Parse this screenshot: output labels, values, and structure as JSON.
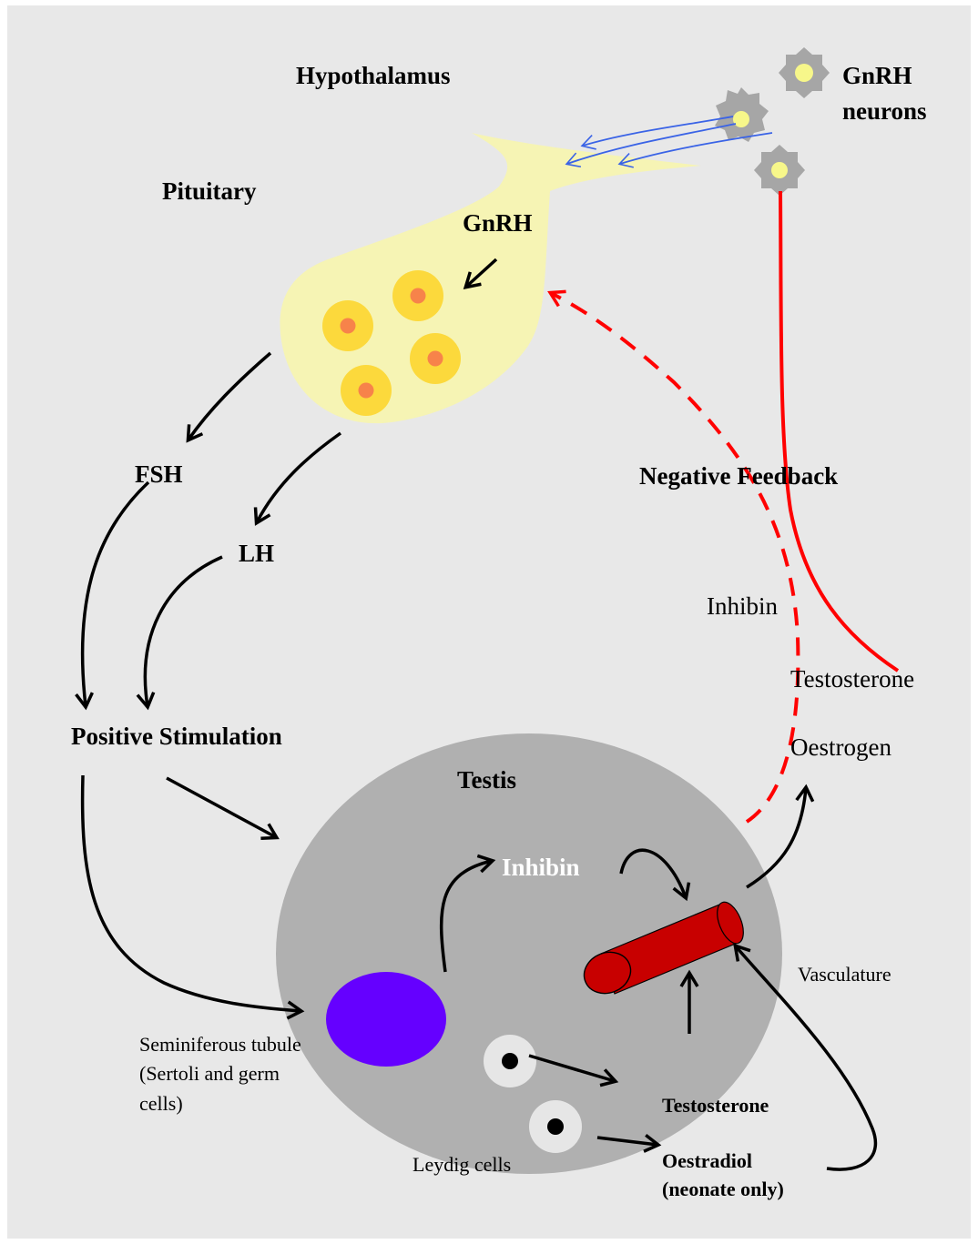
{
  "labels": {
    "hypothalamus": "Hypothalamus",
    "gnrh_neurons_line1": "GnRH",
    "gnrh_neurons_line2": "neurons",
    "pituitary": "Pituitary",
    "gnrh": "GnRH",
    "fsh": "FSH",
    "lh": "LH",
    "negative_feedback": "Negative Feedback",
    "inhibin_feedback": "Inhibin",
    "testosterone_feedback": "Testosterone",
    "oestrogen": "Oestrogen",
    "positive_stimulation": "Positive Stimulation",
    "testis": "Testis",
    "inhibin_testis": "Inhibin",
    "vasculature": "Vasculature",
    "seminiferous_line1": "Seminiferous tubule",
    "seminiferous_line2": "(Sertoli and germ",
    "seminiferous_line3": "cells)",
    "testosterone_testis": "Testosterone",
    "leydig_cells": "Leydig cells",
    "oestradiol_line1": "Oestradiol",
    "oestradiol_line2": "(neonate only)"
  },
  "colors": {
    "background": "#e8e8e8",
    "pituitary_fill": "#f6f4b4",
    "gonadotroph_outer": "#fcd93c",
    "gonadotroph_nucleus": "#f7834a",
    "neuron_body": "#a6a6a6",
    "neuron_nucleus": "#f7f78a",
    "testis_fill": "#b0b0b0",
    "tubule_fill": "#6500ff",
    "vessel_fill": "#c80000",
    "leydig_outer": "#e6e6e6",
    "gnrh_arrow": "#3a63e6",
    "feedback_red": "#ff0000",
    "arrow_black": "#000000",
    "inhibin_testis_text": "#ffffff"
  },
  "icons": {
    "gnrh_neuron": "star-neuron-icon",
    "pituitary_cell": "gonadotroph-cell-icon",
    "leydig_cell": "leydig-cell-icon",
    "blood_vessel": "blood-vessel-icon"
  }
}
